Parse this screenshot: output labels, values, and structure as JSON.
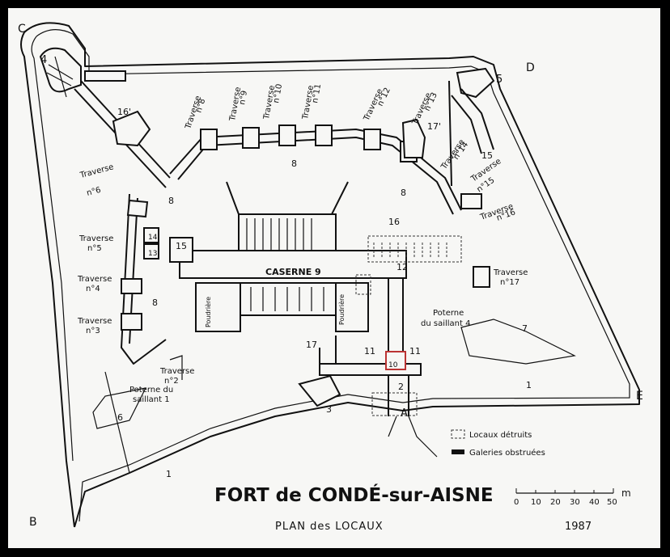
{
  "title": "FORT de CONDÉ-sur-AISNE",
  "subtitle": "PLAN des LOCAUX",
  "year": "1987",
  "corners": {
    "A": "A",
    "B": "B",
    "C": "C",
    "D": "D",
    "E": "E"
  },
  "bastions": {
    "b4": "4",
    "b5": "5"
  },
  "traverses": {
    "t2": [
      "Traverse",
      "n°2"
    ],
    "t3": [
      "Traverse",
      "n°3"
    ],
    "t4": [
      "Traverse",
      "n°4"
    ],
    "t5": [
      "Traverse",
      "n°5"
    ],
    "t6": [
      "Traverse",
      "n°6"
    ],
    "t8": [
      "Traverse",
      "n°8"
    ],
    "t9": [
      "Traverse",
      "n°9"
    ],
    "t10": [
      "Traverse",
      "n°10"
    ],
    "t11": [
      "Traverse",
      "n°11"
    ],
    "t12": [
      "Traverse",
      "n°12"
    ],
    "t13": [
      "Traverse",
      "n°13"
    ],
    "t14": [
      "Traverse",
      "n°14"
    ],
    "t15": [
      "Traverse",
      "n°15"
    ],
    "t16": [
      "Traverse",
      "n°16"
    ],
    "t17": [
      "Traverse",
      "n°17"
    ]
  },
  "posterns": {
    "p1": [
      "Poterne du",
      "saillant 1"
    ],
    "p4": [
      "Poterne",
      "du saillant 4"
    ]
  },
  "caserne": "CASERNE 9",
  "poudriere": "Poudrière",
  "numbers": {
    "n1a": "1",
    "n1b": "1",
    "n2": "2",
    "n3": "3",
    "n6": "6",
    "n7": "7",
    "n8a": "8",
    "n8b": "8",
    "n8c": "8",
    "n8d": "8",
    "n10": "10",
    "n11a": "11",
    "n11b": "11",
    "n12": "12",
    "n13": "13",
    "n14": "14",
    "n15a": "15",
    "n15b": "15",
    "n16": "16",
    "n16p": "16'",
    "n17": "17",
    "n17p": "17'"
  },
  "legend": [
    {
      "label": "Locaux détruits",
      "style": "dashed"
    },
    {
      "label": "Galeries obstruées",
      "style": "hatched"
    }
  ],
  "scale": {
    "ticks": [
      "0",
      "10",
      "20",
      "30",
      "40",
      "50"
    ],
    "unit": "m"
  }
}
